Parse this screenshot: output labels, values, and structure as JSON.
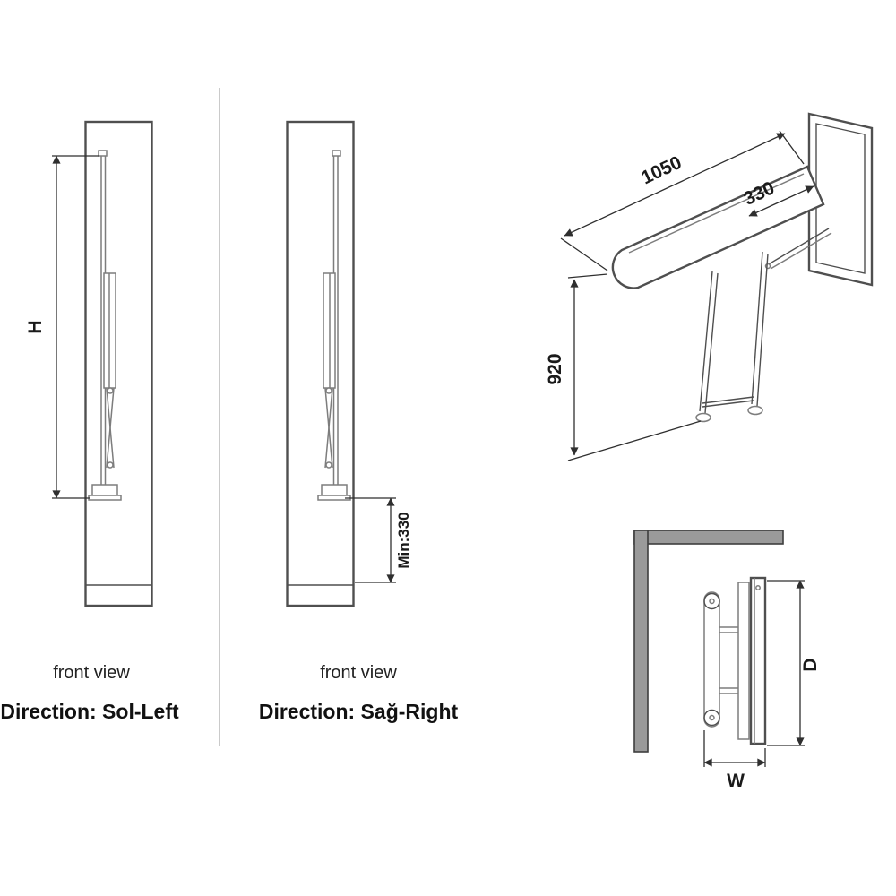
{
  "diagram": {
    "left_view": {
      "dim_h": "H",
      "caption": "front view",
      "direction": "Direction: Sol-Left"
    },
    "middle_view": {
      "dim_min": "Min:330",
      "caption": "front view",
      "direction": "Direction: Sağ-Right"
    },
    "perspective_view": {
      "dim_length": "1050",
      "dim_width": "330",
      "dim_height": "920"
    },
    "top_view": {
      "dim_depth": "D",
      "dim_width": "W"
    },
    "colors": {
      "cabinet_outline": "#4f4f4f",
      "mechanism": "#7d7d7d",
      "dimension_lines": "#2f2f2f",
      "wall_fill": "#9a9a9a",
      "text": "#1a1a1a",
      "background": "#ffffff"
    }
  }
}
